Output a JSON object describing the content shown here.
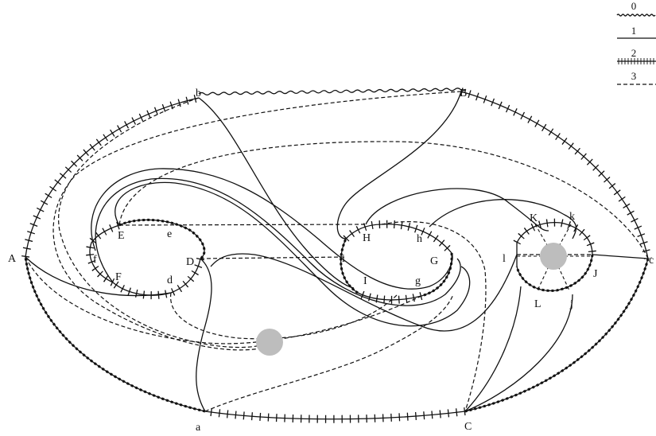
{
  "legend": {
    "items": [
      {
        "label": "0",
        "style": "wavy"
      },
      {
        "label": "1",
        "style": "solid"
      },
      {
        "label": "2",
        "style": "hatched"
      },
      {
        "label": "3",
        "style": "dashed"
      }
    ]
  },
  "points": {
    "A": "A",
    "B": "B",
    "C": "C",
    "a": "a",
    "b": "b",
    "c": "c",
    "D": "D",
    "E": "E",
    "F": "F",
    "d": "d",
    "e": "e",
    "f": "f",
    "G": "G",
    "H": "H",
    "I": "I",
    "g": "g",
    "h": "h",
    "i": "i",
    "J": "J",
    "K": "K",
    "L": "L",
    "j": "j",
    "k": "k",
    "l": "l"
  },
  "colors": {
    "stroke": "#111111",
    "marker": "#bdbdbd",
    "background": "#ffffff"
  }
}
